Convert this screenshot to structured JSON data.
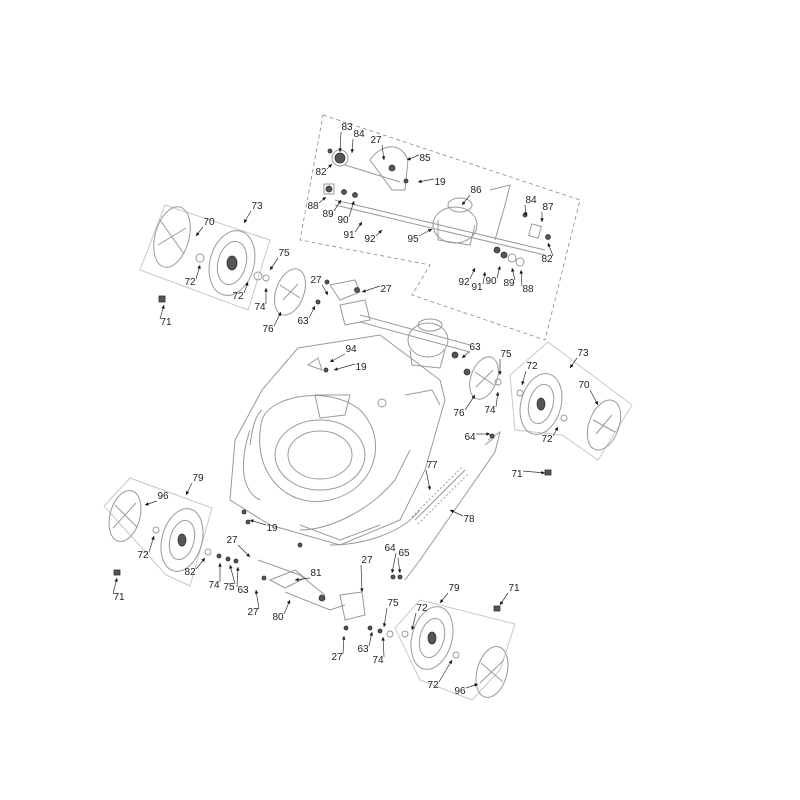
{
  "diagram": {
    "labels": [
      {
        "id": "l83",
        "text": "83"
      },
      {
        "id": "l84a",
        "text": "84"
      },
      {
        "id": "l27a",
        "text": "27"
      },
      {
        "id": "l85",
        "text": "85"
      },
      {
        "id": "l82a",
        "text": "82"
      },
      {
        "id": "l19a",
        "text": "19"
      },
      {
        "id": "l86",
        "text": "86"
      },
      {
        "id": "l88a",
        "text": "88"
      },
      {
        "id": "l89a",
        "text": "89"
      },
      {
        "id": "l90a",
        "text": "90"
      },
      {
        "id": "l91a",
        "text": "91"
      },
      {
        "id": "l92a",
        "text": "92"
      },
      {
        "id": "l95",
        "text": "95"
      },
      {
        "id": "l84b",
        "text": "84"
      },
      {
        "id": "l87",
        "text": "87"
      },
      {
        "id": "l82b",
        "text": "82"
      },
      {
        "id": "l92b",
        "text": "92"
      },
      {
        "id": "l91b",
        "text": "91"
      },
      {
        "id": "l90b",
        "text": "90"
      },
      {
        "id": "l89b",
        "text": "89"
      },
      {
        "id": "l88b",
        "text": "88"
      },
      {
        "id": "l73a",
        "text": "73"
      },
      {
        "id": "l70a",
        "text": "70"
      },
      {
        "id": "l72a",
        "text": "72"
      },
      {
        "id": "l72b",
        "text": "72"
      },
      {
        "id": "l75a",
        "text": "75"
      },
      {
        "id": "l74a",
        "text": "74"
      },
      {
        "id": "l71a",
        "text": "71"
      },
      {
        "id": "l27b",
        "text": "27"
      },
      {
        "id": "l27c",
        "text": "27"
      },
      {
        "id": "l76a",
        "text": "76"
      },
      {
        "id": "l63a",
        "text": "63"
      },
      {
        "id": "l94",
        "text": "94"
      },
      {
        "id": "l19b",
        "text": "19"
      },
      {
        "id": "l63b",
        "text": "63"
      },
      {
        "id": "l75b",
        "text": "75"
      },
      {
        "id": "l73b",
        "text": "73"
      },
      {
        "id": "l72c",
        "text": "72"
      },
      {
        "id": "l70b",
        "text": "70"
      },
      {
        "id": "l76b",
        "text": "76"
      },
      {
        "id": "l74b",
        "text": "74"
      },
      {
        "id": "l72d",
        "text": "72"
      },
      {
        "id": "l64a",
        "text": "64"
      },
      {
        "id": "l71b",
        "text": "71"
      },
      {
        "id": "l77",
        "text": "77"
      },
      {
        "id": "l78",
        "text": "78"
      },
      {
        "id": "l79a",
        "text": "79"
      },
      {
        "id": "l96a",
        "text": "96"
      },
      {
        "id": "l72e",
        "text": "72"
      },
      {
        "id": "l19c",
        "text": "19"
      },
      {
        "id": "l27d",
        "text": "27"
      },
      {
        "id": "l82c",
        "text": "82"
      },
      {
        "id": "l74c",
        "text": "74"
      },
      {
        "id": "l75c",
        "text": "75"
      },
      {
        "id": "l63c",
        "text": "63"
      },
      {
        "id": "l71c",
        "text": "71"
      },
      {
        "id": "l27e",
        "text": "27"
      },
      {
        "id": "l81",
        "text": "81"
      },
      {
        "id": "l80",
        "text": "80"
      },
      {
        "id": "l27f",
        "text": "27"
      },
      {
        "id": "l64b",
        "text": "64"
      },
      {
        "id": "l65",
        "text": "65"
      },
      {
        "id": "l79b",
        "text": "79"
      },
      {
        "id": "l71d",
        "text": "71"
      },
      {
        "id": "l75d",
        "text": "75"
      },
      {
        "id": "l72f",
        "text": "72"
      },
      {
        "id": "l63d",
        "text": "63"
      },
      {
        "id": "l74d",
        "text": "74"
      },
      {
        "id": "l27g",
        "text": "27"
      },
      {
        "id": "l72g",
        "text": "72"
      },
      {
        "id": "l96b",
        "text": "96"
      }
    ]
  }
}
